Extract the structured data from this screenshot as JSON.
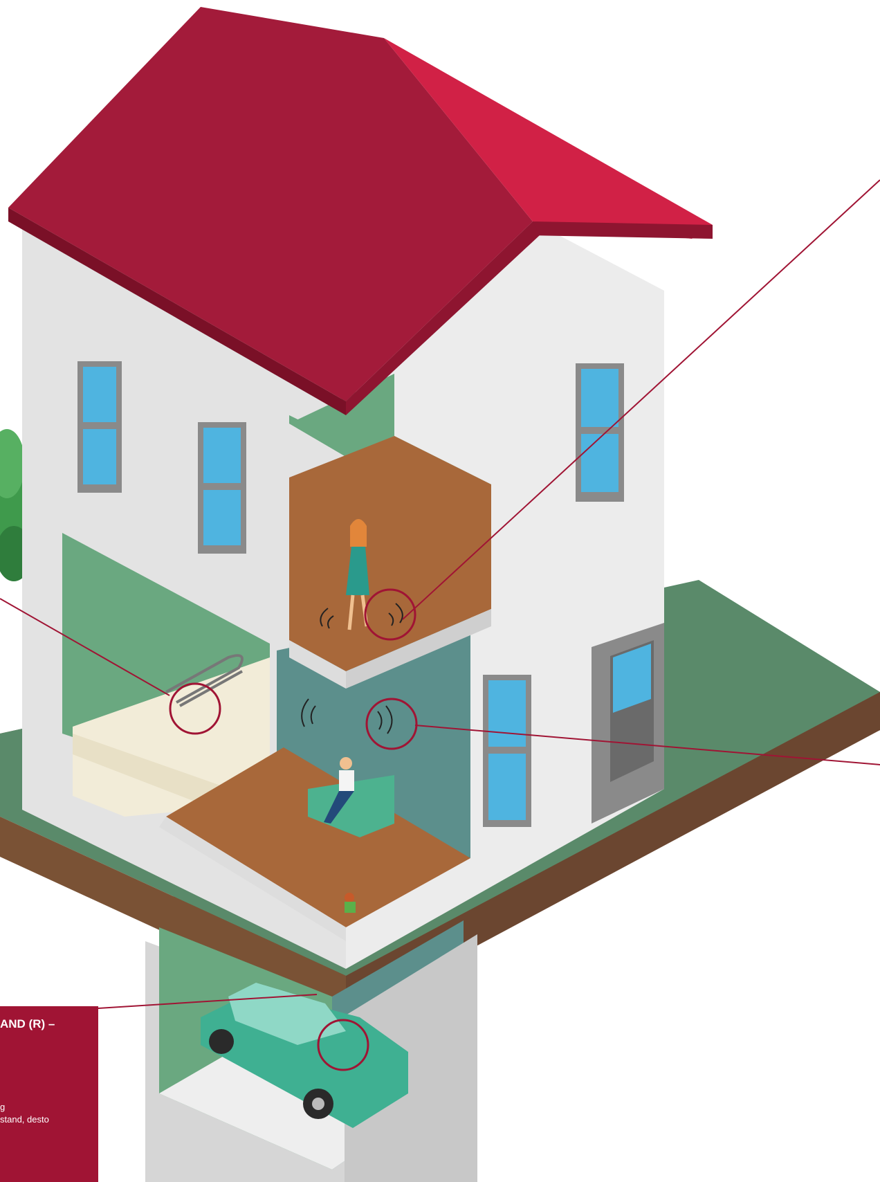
{
  "info_panel": {
    "heading": "AND (R) –",
    "line_1": "g",
    "line_2": "stand, desto"
  },
  "colors": {
    "roof_light": "#d12146",
    "roof_dark": "#a31b3a",
    "wall_front": "#e0e0e0",
    "wall_side": "#ececec",
    "room_green": "#6aa880",
    "teal_wall": "#5c8f8c",
    "wood_floor": "#a8683a",
    "ground_green": "#5a8a6a",
    "ground_soil": "#7a5235",
    "callout": "#a01434",
    "window_glass": "#4fb4e0",
    "car": "#4cbfa4"
  },
  "icons": [
    "impact-sound-icon",
    "airborne-sound-icon",
    "underfloor-heating-icon"
  ]
}
